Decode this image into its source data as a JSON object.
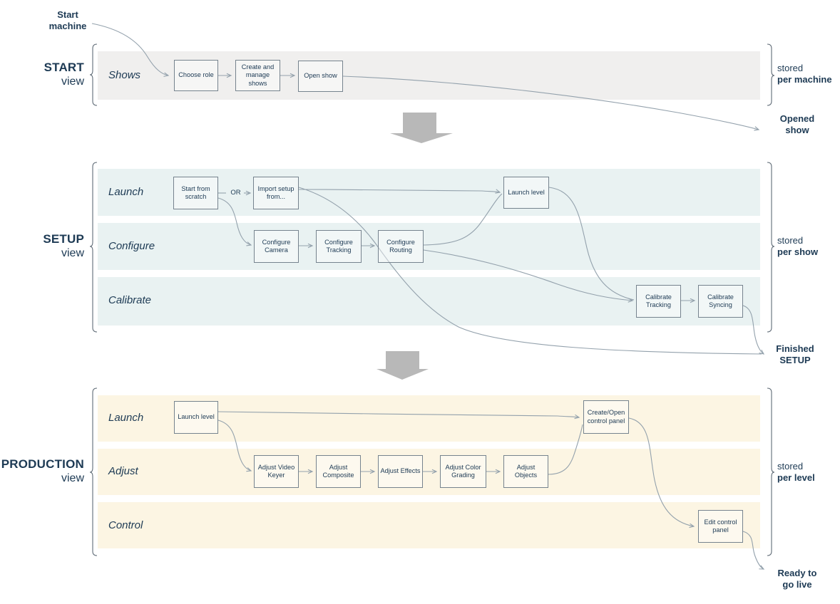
{
  "colors": {
    "ink": "#1d3a54",
    "band_start": "#f0efee",
    "band_setup": "#e9f2f2",
    "band_production": "#fcf5e3",
    "box_border": "#76838e",
    "line": "#93a1ac",
    "brace": "#5f6b76",
    "block_arrow": "#b8b8b8"
  },
  "annotations": {
    "start_machine": "Start machine",
    "opened_show": "Opened show",
    "finished_setup": "Finished SETUP",
    "ready_to_go_live": "Ready to go live"
  },
  "sections": [
    {
      "name": "START",
      "view": "view",
      "stored_prefix": "stored",
      "stored_scope": "per machine",
      "lanes": [
        {
          "label": "Shows",
          "boxes": [
            "Choose role",
            "Create and manage shows",
            "Open show"
          ]
        }
      ]
    },
    {
      "name": "SETUP",
      "view": "view",
      "stored_prefix": "stored",
      "stored_scope": "per show",
      "or_label": "OR",
      "lanes": [
        {
          "label": "Launch",
          "boxes": [
            "Start from scratch",
            "Import setup from...",
            "Launch level"
          ]
        },
        {
          "label": "Configure",
          "boxes": [
            "Configure Camera",
            "Configure Tracking",
            "Configure Routing"
          ]
        },
        {
          "label": "Calibrate",
          "boxes": [
            "Calibrate Tracking",
            "Calibrate Syncing"
          ]
        }
      ]
    },
    {
      "name": "PRODUCTION",
      "view": "view",
      "stored_prefix": "stored",
      "stored_scope": "per level",
      "lanes": [
        {
          "label": "Launch",
          "boxes": [
            "Launch level",
            "Create/Open control panel"
          ]
        },
        {
          "label": "Adjust",
          "boxes": [
            "Adjust Video Keyer",
            "Adjust Composite",
            "Adjust Effects",
            "Adjust Color Grading",
            "Adjust Objects"
          ]
        },
        {
          "label": "Control",
          "boxes": [
            "Edit control panel"
          ]
        }
      ]
    }
  ]
}
